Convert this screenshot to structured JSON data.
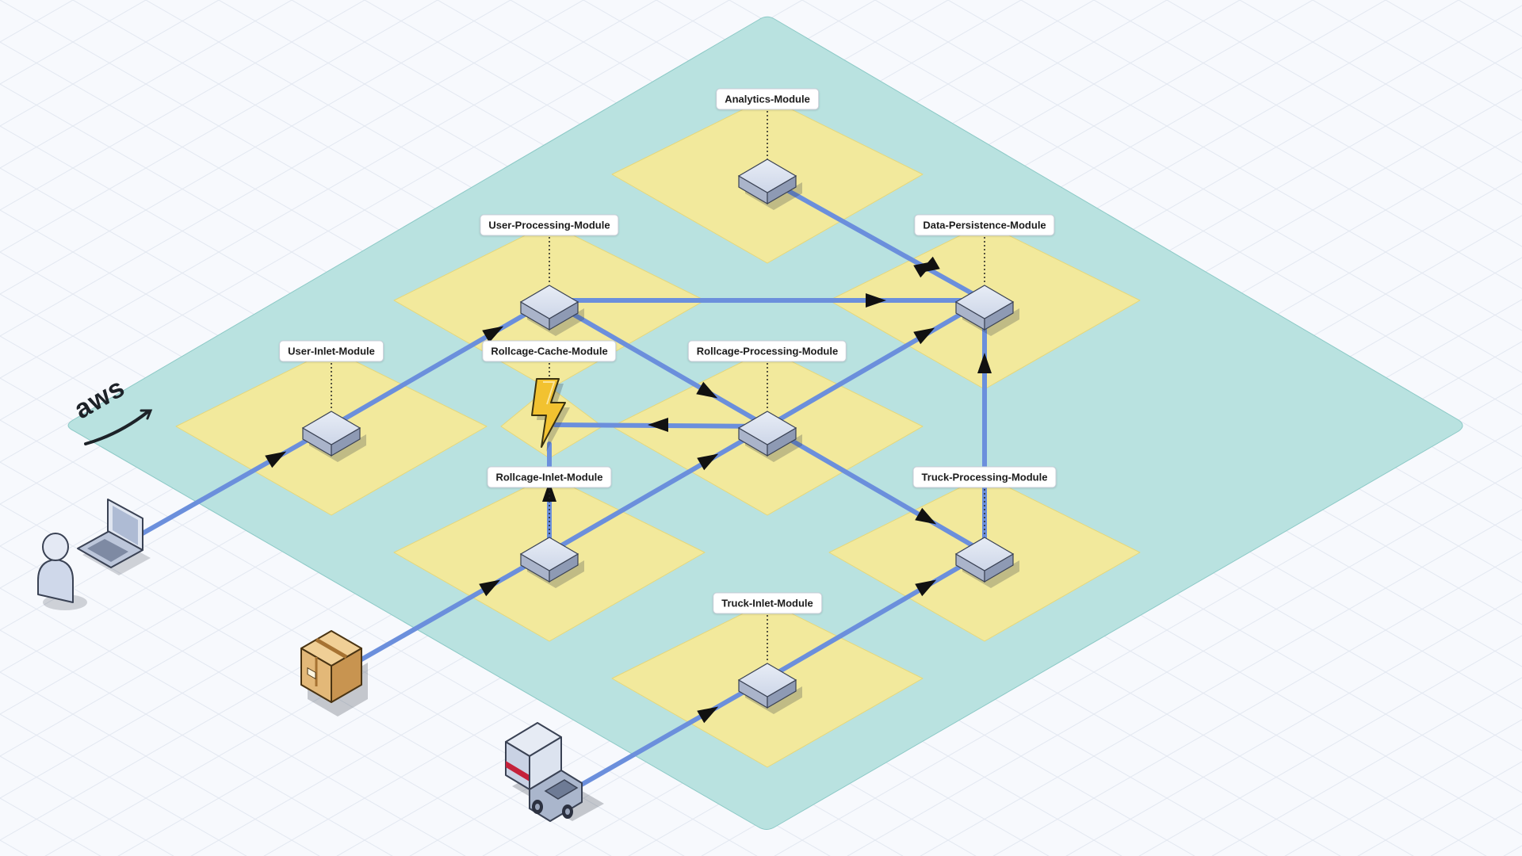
{
  "diagram": {
    "provider_logo": "aws",
    "labels": {
      "analytics": "Analytics-Module",
      "user_processing": "User-Processing-Module",
      "data_persistence": "Data-Persistence-Module",
      "user_inlet": "User-Inlet-Module",
      "rollcage_cache": "Rollcage-Cache-Module",
      "rollcage_processing": "Rollcage-Processing-Module",
      "rollcage_inlet": "Rollcage-Inlet-Module",
      "truck_processing": "Truck-Processing-Module",
      "truck_inlet": "Truck-Inlet-Module"
    },
    "external_actors": [
      "user-with-laptop-icon",
      "package-box-icon",
      "delivery-truck-icon"
    ],
    "colors": {
      "platform": "#b9e2e0",
      "module_tile": "#f2e99c",
      "connection": "#6b8fdc",
      "node": "#cfd8ea",
      "cache_bolt": "#f2c230"
    }
  }
}
